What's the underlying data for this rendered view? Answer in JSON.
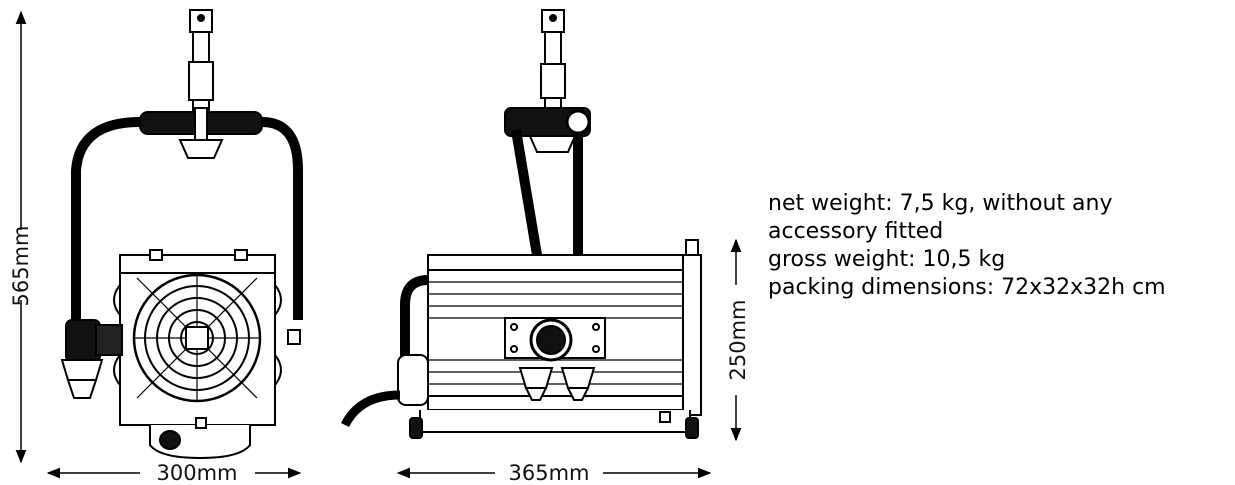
{
  "dimensions": {
    "height": "565mm",
    "width_front": "300mm",
    "length_side": "365mm",
    "body_height": "250mm"
  },
  "specs": [
    "net weight: 7,5 kg, without any",
    "accessory fitted",
    "gross weight: 10,5 kg",
    "packing dimensions: 72x32x32h cm"
  ]
}
